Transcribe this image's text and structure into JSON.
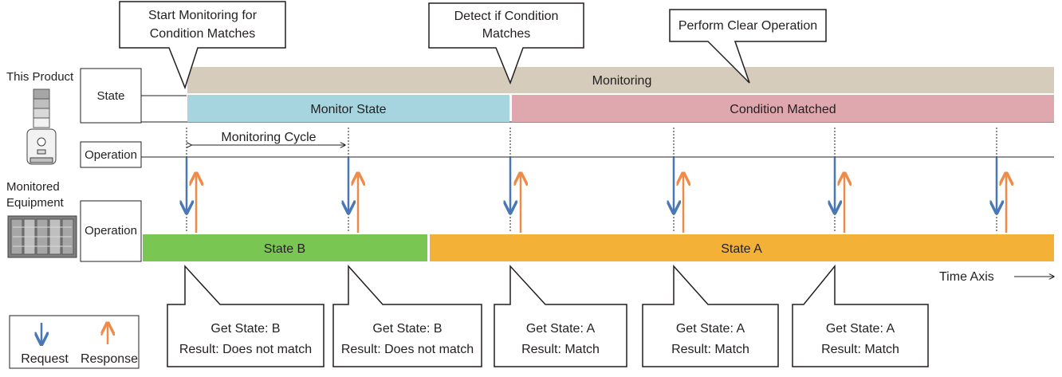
{
  "this_product": {
    "label": "This Product"
  },
  "monitored_equipment": {
    "label_line1": "Monitored",
    "label_line2": "Equipment"
  },
  "rows": {
    "state": "State",
    "operation_top": "Operation",
    "operation_bottom": "Operation"
  },
  "bars": {
    "monitoring": "Monitoring",
    "monitor_state": "Monitor State",
    "condition_matched": "Condition Matched",
    "state_b": "State B",
    "state_a": "State A"
  },
  "monitoring_cycle": "Monitoring Cycle",
  "time_axis": "Time Axis",
  "callouts_top": {
    "start": {
      "line1": "Start Monitoring for",
      "line2": "Condition Matches"
    },
    "detect": {
      "line1": "Detect if Condition",
      "line2": "Matches"
    },
    "clear": {
      "line1": "Perform Clear Operation"
    }
  },
  "callouts_bottom": [
    {
      "line1": "Get State: B",
      "line2": "Result: Does not match"
    },
    {
      "line1": "Get State: B",
      "line2": "Result: Does not match"
    },
    {
      "line1": "Get State: A",
      "line2": "Result: Match"
    },
    {
      "line1": "Get State: A",
      "line2": "Result: Match"
    },
    {
      "line1": "Get State: A",
      "line2": "Result: Match"
    }
  ],
  "legend": {
    "request": "Request",
    "response": "Response"
  },
  "colors": {
    "monitoring": "#d5ccbb",
    "monitor_state": "#a6d5e0",
    "condition_matched": "#dea8ae",
    "state_b": "#7ac653",
    "state_a": "#f4b137",
    "request_arrow": "#4a78b5",
    "response_arrow": "#f08a48"
  }
}
